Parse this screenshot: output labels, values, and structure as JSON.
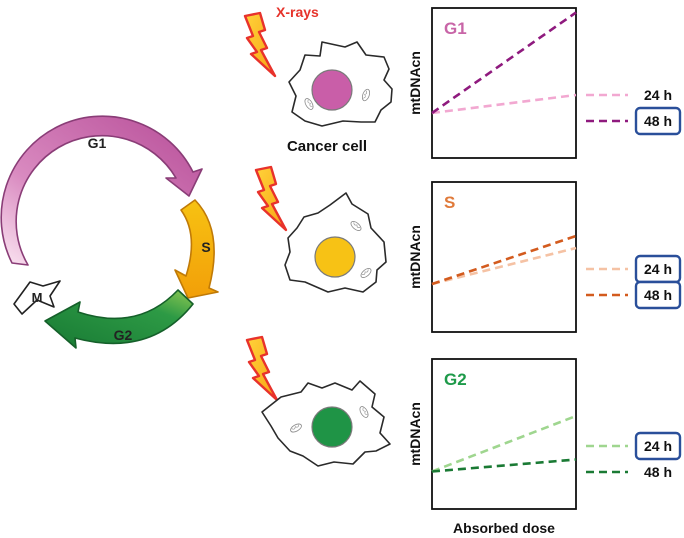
{
  "cycle": {
    "phases": [
      {
        "id": "g1",
        "label": "G1",
        "color": "#c865a7"
      },
      {
        "id": "s",
        "label": "S",
        "color": "#f6ad0f"
      },
      {
        "id": "g2",
        "label": "G2",
        "color": "#22913f"
      },
      {
        "id": "m",
        "label": "M",
        "color": "#ffffff"
      }
    ]
  },
  "xray_label": "X-rays",
  "cell_caption": "Cancer cell",
  "panels": [
    {
      "phase": "G1",
      "phase_color": "#c865a7",
      "nucleus_color": "#c95ea8",
      "ylabel": "mtDNAcn",
      "chart_data": {
        "type": "line",
        "xlabel": "Absorbed dose",
        "ylabel": "mtDNAcn",
        "series": [
          {
            "name": "24 h",
            "color": "#f2a8d1",
            "boxed": false,
            "values": [
              0.3,
              0.42
            ]
          },
          {
            "name": "48 h",
            "color": "#8f1a7e",
            "boxed": true,
            "values": [
              0.3,
              0.97
            ]
          }
        ]
      }
    },
    {
      "phase": "S",
      "phase_color": "#e07a3a",
      "nucleus_color": "#f7c215",
      "ylabel": "mtDNAcn",
      "chart_data": {
        "type": "line",
        "xlabel": "Absorbed dose",
        "ylabel": "mtDNAcn",
        "series": [
          {
            "name": "24 h",
            "color": "#f5c2a4",
            "boxed": true,
            "values": [
              0.32,
              0.56
            ]
          },
          {
            "name": "48 h",
            "color": "#d35b1e",
            "boxed": true,
            "values": [
              0.32,
              0.64
            ]
          }
        ]
      }
    },
    {
      "phase": "G2",
      "phase_color": "#1e9a4a",
      "nucleus_color": "#1f9446",
      "ylabel": "mtDNAcn",
      "chart_data": {
        "type": "line",
        "xlabel": "Absorbed dose",
        "ylabel": "mtDNAcn",
        "series": [
          {
            "name": "24 h",
            "color": "#9fd68f",
            "boxed": true,
            "values": [
              0.25,
              0.62
            ]
          },
          {
            "name": "48 h",
            "color": "#1a7a34",
            "boxed": false,
            "values": [
              0.25,
              0.33
            ]
          }
        ]
      }
    }
  ],
  "xlabel": "Absorbed dose"
}
